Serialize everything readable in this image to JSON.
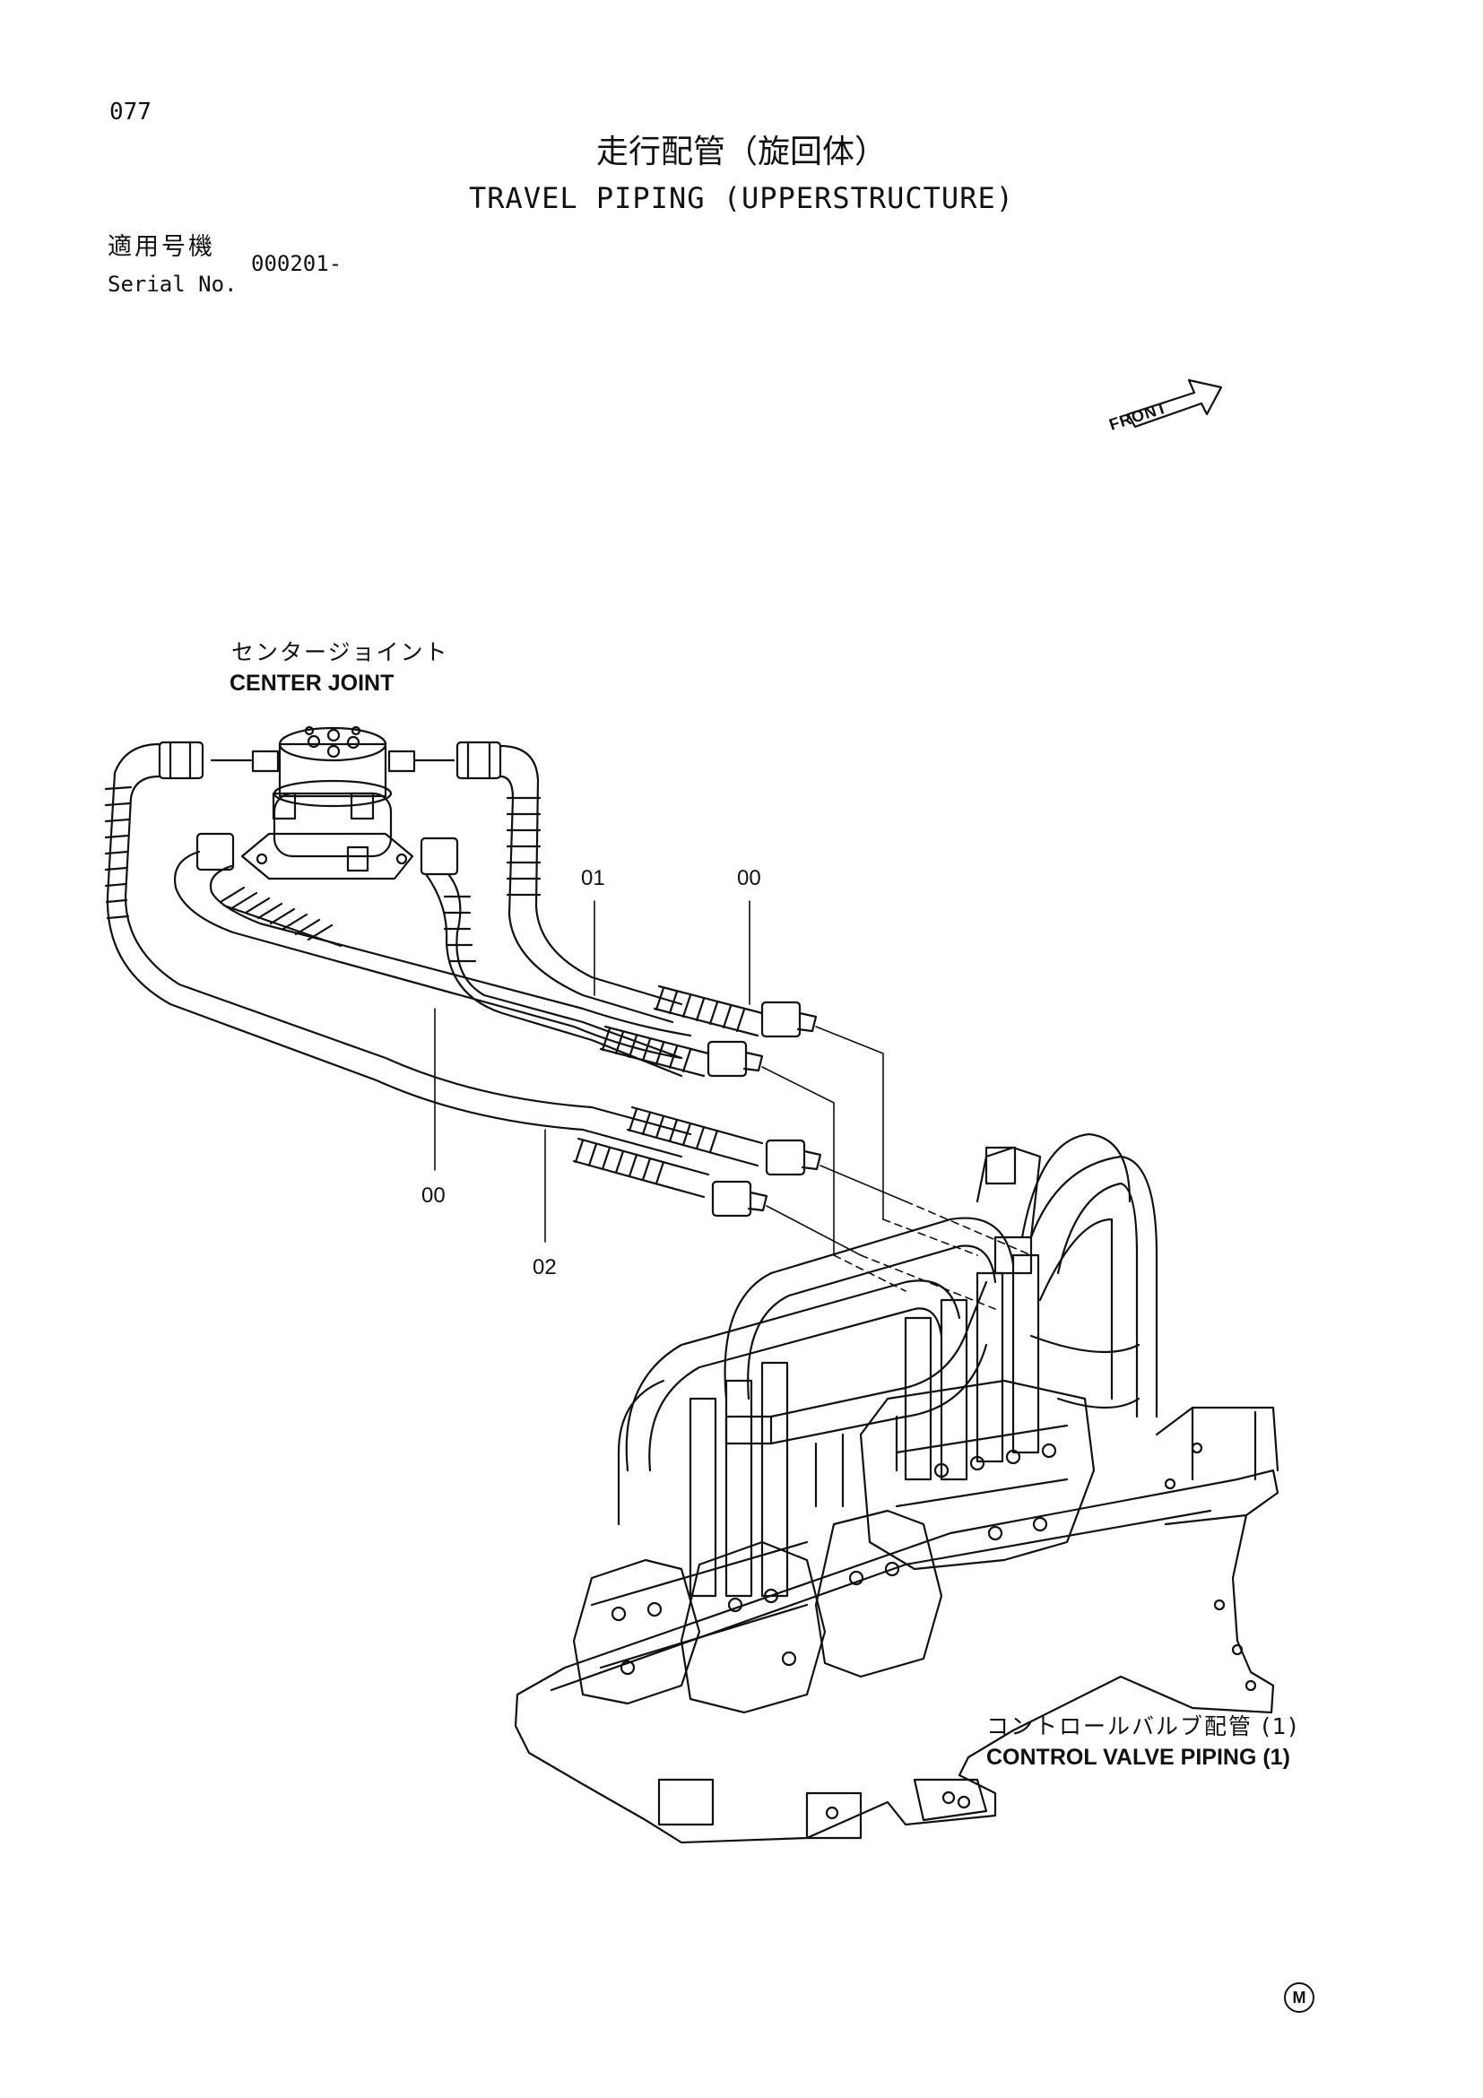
{
  "page_number": "077",
  "title_jp": "走行配管（旋回体）",
  "title_en": "TRAVEL PIPING (UPPERSTRUCTURE)",
  "serial": {
    "label_jp": "適用号機",
    "label_en": "Serial No.",
    "value": "000201-"
  },
  "front_label": "FRONT",
  "center_joint": {
    "label_jp": "センタージョイント",
    "label_en": "CENTER JOINT"
  },
  "control_valve": {
    "label_jp": "コントロールバルブ配管 (1)",
    "label_en": "CONTROL VALVE PIPING (1)"
  },
  "callouts": [
    "01",
    "00",
    "00",
    "02"
  ],
  "mark": "M"
}
